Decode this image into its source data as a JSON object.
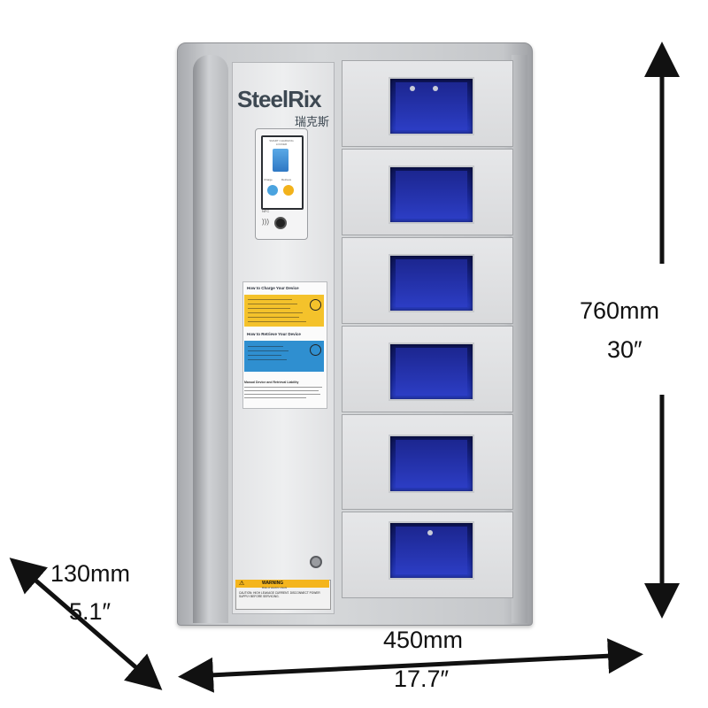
{
  "product": {
    "brand_name": "SteelRix",
    "brand_name_cn": "瑞克斯",
    "compartment_count": 6,
    "kiosk": {
      "screen_title": "SMART CHARGING LOCKER",
      "option_a": "Charge",
      "option_b": "Retrieve",
      "brand": "NFC"
    },
    "instructions": {
      "charge_heading": "How to Charge Your Device",
      "retrieve_heading": "How to Retrieve Your Device",
      "footer_heading": "Manual Device and Retrieval Liability"
    },
    "warning": {
      "title": "WARNING",
      "subtitle": "Risk of electric shock",
      "text": "CAUTION: HIGH LEAKAGE CURRENT. DISCONNECT POWER SUPPLY BEFORE SERVICING."
    }
  },
  "dimensions": {
    "height_mm": "760mm",
    "height_in": "30″",
    "width_mm": "450mm",
    "width_in": "17.7″",
    "depth_mm": "130mm",
    "depth_in": "5.1″"
  },
  "colors": {
    "cabinet": "#c9cbce",
    "window_blue": "#1b2aa0",
    "sign_yellow": "#f4c22b",
    "sign_blue": "#2f8fd0",
    "warning_yellow": "#f4b51d"
  }
}
